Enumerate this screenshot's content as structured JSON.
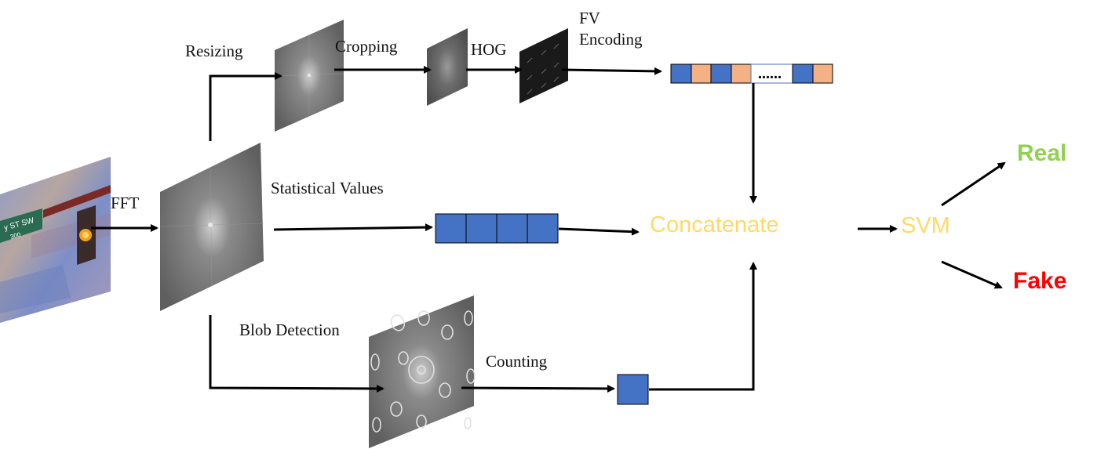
{
  "labels": {
    "resizing": "Resizing",
    "cropping": "Cropping",
    "hog": "HOG",
    "fv_line1": "FV",
    "fv_line2": "Encoding",
    "fft": "FFT",
    "statistical_values": "Statistical Values",
    "blob_detection": "Blob Detection",
    "counting": "Counting",
    "concatenate": "Concatenate",
    "svm": "SVM",
    "real": "Real",
    "fake": "Fake",
    "fv_dots": "......"
  },
  "input_image": {
    "street_sign_line1": "y  ST  SW",
    "street_sign_line2": "300"
  },
  "colors": {
    "blue_cell": "#4472c4",
    "orange_cell": "#f4b183",
    "concatenate": "#ffd966",
    "svm": "#ffd966",
    "real": "#92d050",
    "fake": "#ff0000",
    "arrow": "#000000"
  },
  "fv_vector_cells": [
    "blue",
    "orange",
    "blue",
    "orange",
    "dots",
    "blue",
    "orange"
  ],
  "stat_vector_cells": [
    "blue",
    "blue",
    "blue",
    "blue"
  ],
  "count_vector_cells": [
    "blue"
  ]
}
